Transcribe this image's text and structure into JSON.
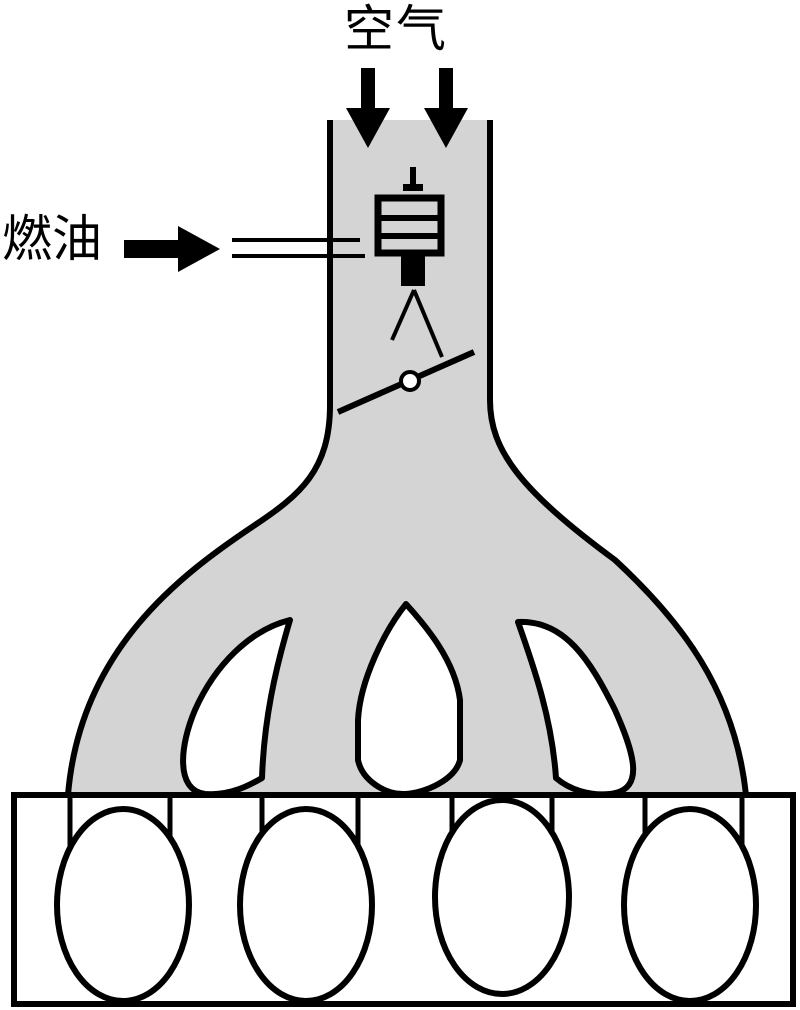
{
  "diagram": {
    "title": "",
    "labels": {
      "air": "空气",
      "fuel": "燃油"
    },
    "components": {
      "throttle_body": "throttle-body-tube",
      "fuel_injector": "fuel-injector",
      "fuel_line": "fuel-line",
      "throttle_valve": "throttle-valve",
      "intake_manifold": "intake-manifold",
      "runners_count": 4,
      "engine_block": "engine-block",
      "cylinders_count": 4
    },
    "colors": {
      "manifold_fill": "#d4d4d4",
      "stroke": "#000000",
      "background": "#ffffff"
    }
  }
}
